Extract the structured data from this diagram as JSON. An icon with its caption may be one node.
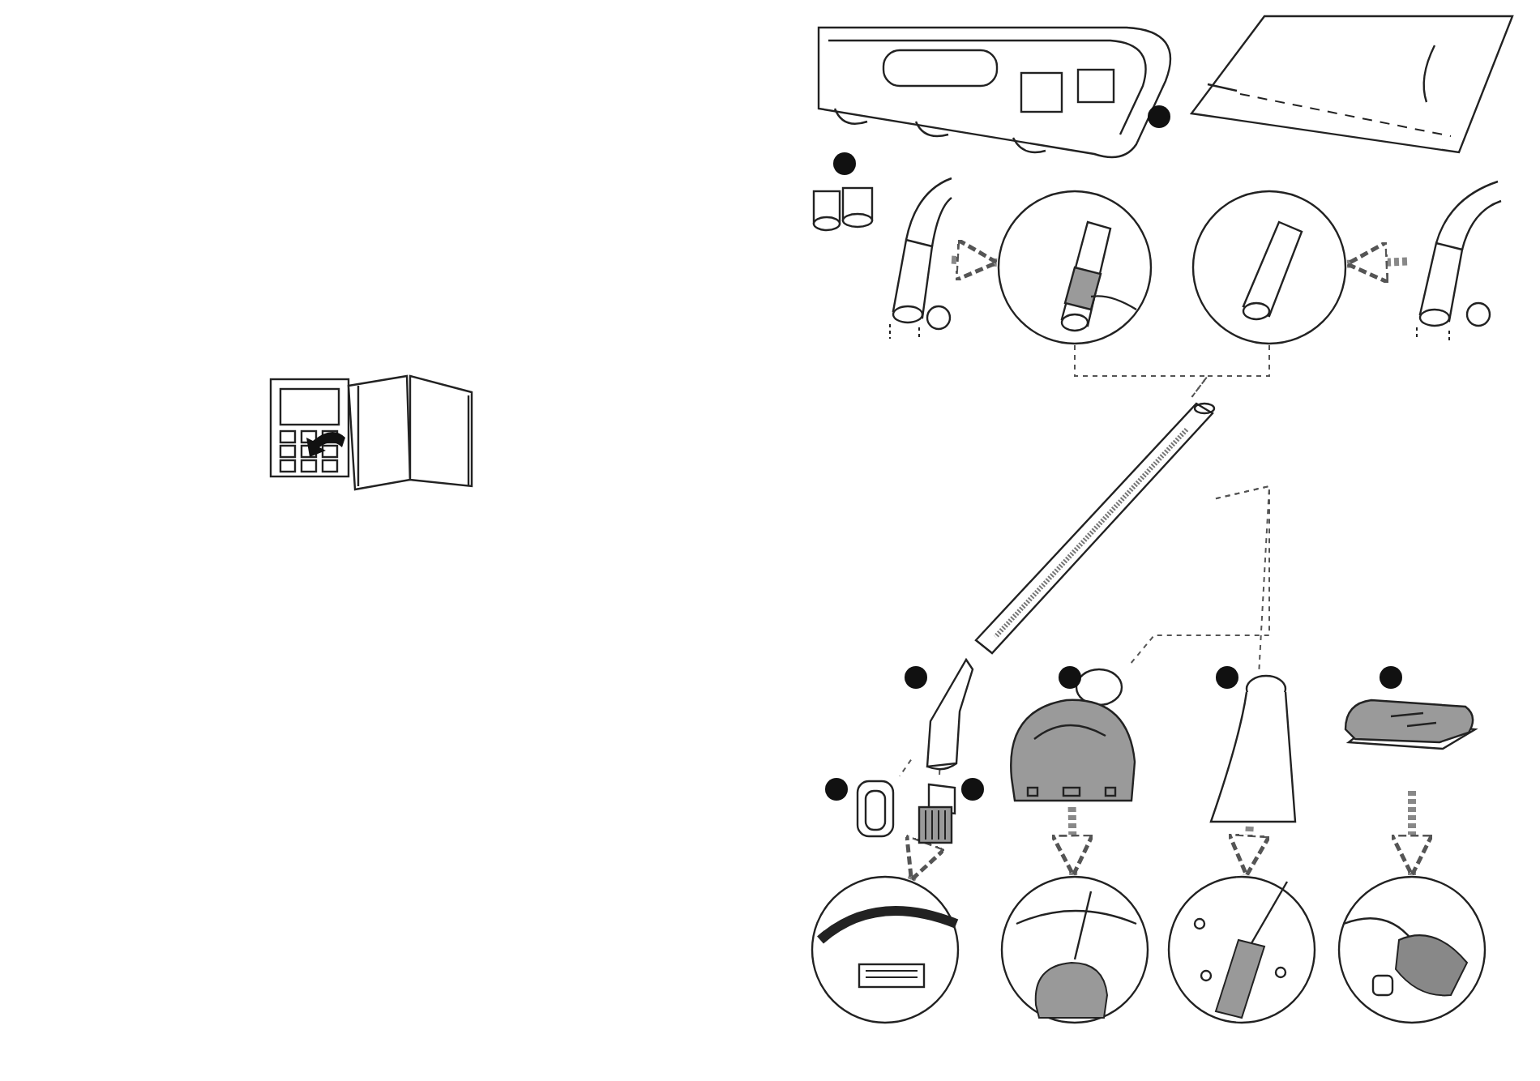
{
  "diagram": {
    "nodes": [
      {
        "text": [],
        "shape": "picture"
      },
      {
        "text": [],
        "shape": "picture"
      },
      {
        "text": [],
        "shape": "picture"
      },
      {
        "text": [],
        "shape": "picture"
      },
      {
        "text": [],
        "shape": "circle"
      },
      {
        "text": [],
        "shape": "circle"
      },
      {
        "text": [],
        "shape": "picture"
      },
      {
        "text": [],
        "shape": "picture"
      },
      {
        "text": [],
        "shape": "picture"
      },
      {
        "text": [],
        "shape": "picture"
      },
      {
        "text": [],
        "shape": "picture"
      },
      {
        "text": [],
        "shape": "picture"
      },
      {
        "text": [],
        "shape": "picture"
      },
      {
        "text": [],
        "shape": "picture"
      },
      {
        "text": [],
        "shape": "circle"
      },
      {
        "text": [],
        "shape": "circle"
      },
      {
        "text": [],
        "shape": "circle"
      },
      {
        "text": [],
        "shape": "circle"
      }
    ],
    "edges": [
      {
        "from": 3,
        "to": 4,
        "arrow": "to"
      },
      {
        "from": 6,
        "to": 5,
        "arrow": "to"
      },
      {
        "from": 4,
        "to": 7,
        "arrow": "none",
        "style": "dashed"
      },
      {
        "from": 5,
        "to": 7,
        "arrow": "none",
        "style": "dashed"
      },
      {
        "from": 7,
        "to": 12,
        "arrow": "none",
        "style": "dashed"
      },
      {
        "from": 7,
        "to": 11,
        "arrow": "none",
        "style": "dashed"
      },
      {
        "from": 8,
        "to": 9,
        "arrow": "none",
        "style": "dashed"
      },
      {
        "from": 8,
        "to": 10,
        "arrow": "none",
        "style": "dashed"
      },
      {
        "from": 10,
        "to": 14,
        "arrow": "to"
      },
      {
        "from": 11,
        "to": 15,
        "arrow": "to"
      },
      {
        "from": 12,
        "to": 16,
        "arrow": "to"
      },
      {
        "from": 13,
        "to": 17,
        "arrow": "to"
      }
    ]
  }
}
